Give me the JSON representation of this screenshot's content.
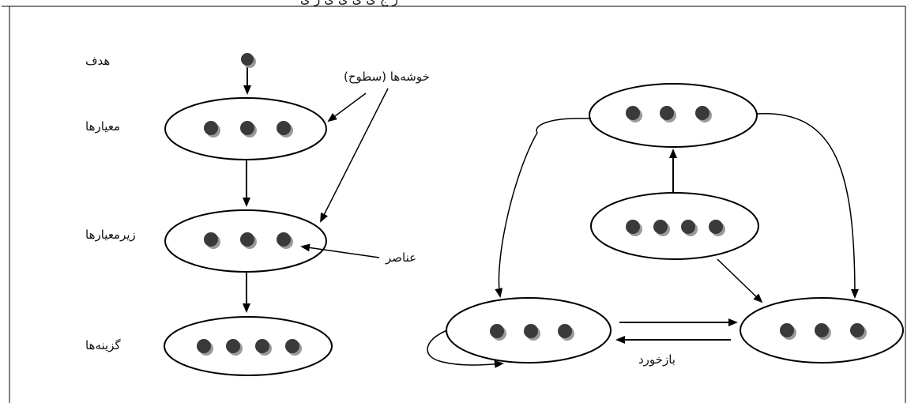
{
  "header": {
    "partial_text": "ز ج ی ی ی ی ز ی"
  },
  "hierarchy": {
    "levels": [
      {
        "label": "هدف",
        "nodes": 1
      },
      {
        "label": "معیارها",
        "nodes": 3
      },
      {
        "label": "زیرمعیارها",
        "nodes": 3
      },
      {
        "label": "گزینه‌ها",
        "nodes": 4
      }
    ],
    "clusters_label": "خوشه‌ها (سطوح)",
    "elements_label": "عناصر"
  },
  "network": {
    "clusters": [
      {
        "id": "top",
        "nodes": 3
      },
      {
        "id": "middle",
        "nodes": 4
      },
      {
        "id": "bottom-left",
        "nodes": 3
      },
      {
        "id": "bottom-right",
        "nodes": 3
      }
    ],
    "feedback_label": "بازخورد"
  },
  "colors": {
    "node_fill": "#3a3a3a",
    "node_shadow": "#9a9a9a",
    "stroke": "#000000"
  }
}
